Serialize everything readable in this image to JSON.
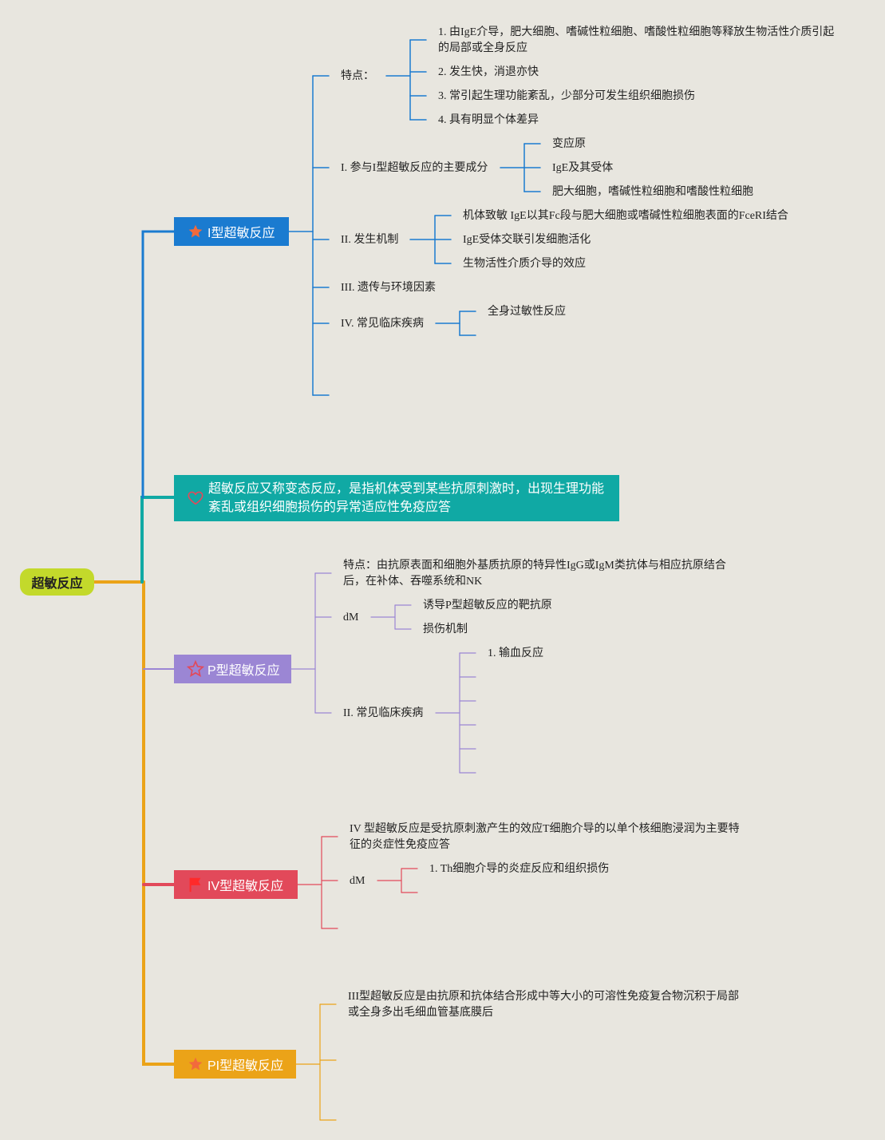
{
  "root": "超敏反应",
  "definition": "超敏反应又称变态反应，是指机体受到某些抗原刺激时，出现生理功能紊乱或组织细胞损伤的异常适应性免疫应答",
  "colors": {
    "background": "#e8e6df",
    "root": "#c3d92b",
    "type1": "#1a7bd0",
    "definition": "#10a9a4",
    "type2": "#9b86d4",
    "type4": "#e2495a",
    "type3": "#eba318"
  },
  "type1": {
    "label": "I型超敏反应",
    "icon": "star-filled-icon",
    "features_label": "特点：",
    "features": [
      "1. 由IgE介导，肥大细胞、嗜碱性粒细胞、嗜酸性粒细胞等释放生物活性介质引起的局部或全身反应",
      "2. 发生快，消退亦快",
      "3. 常引起生理功能紊乱，少部分可发生组织细胞损伤",
      "4. 具有明显个体差异"
    ],
    "components_label": "I. 参与I型超敏反应的主要成分",
    "components": [
      "变应原",
      "IgE及其受体",
      "肥大细胞，嗜碱性粒细胞和嗜酸性粒细胞"
    ],
    "mechanism_label": "II. 发生机制",
    "mechanism": [
      "机体致敏 IgE以其Fc段与肥大细胞或嗜碱性粒细胞表面的FceRI结合",
      "IgE受体交联引发细胞活化",
      "生物活性介质介导的效应"
    ],
    "genetics_label": "III. 遗传与环境因素",
    "diseases_label": "IV. 常见临床疾病",
    "diseases": [
      "全身过敏性反应"
    ]
  },
  "type2": {
    "label": "P型超敏反应",
    "icon": "star-outline-icon",
    "feature": "特点：由抗原表面和细胞外基质抗原的特异性IgG或IgM类抗体与相应抗原结合后，在补体、吞噬系统和NK",
    "dm_label": "dM",
    "dm_items": [
      "诱导P型超敏反应的靶抗原",
      "损伤机制"
    ],
    "diseases_label": "II. 常见临床疾病",
    "diseases": [
      "1. 输血反应"
    ]
  },
  "type4": {
    "label": "IV型超敏反应",
    "icon": "flag-icon",
    "feature": "IV 型超敏反应是受抗原刺激产生的效应T细胞介导的以单个核细胞浸润为主要特征的炎症性免疫应答",
    "dm_label": "dM",
    "dm_items": [
      "1. Th细胞介导的炎症反应和组织损伤"
    ]
  },
  "type3": {
    "label": "PI型超敏反应",
    "icon": "star-filled-icon",
    "feature": "III型超敏反应是由抗原和抗体结合形成中等大小的可溶性免疫复合物沉积于局部或全身多出毛细血管基底膜后"
  }
}
